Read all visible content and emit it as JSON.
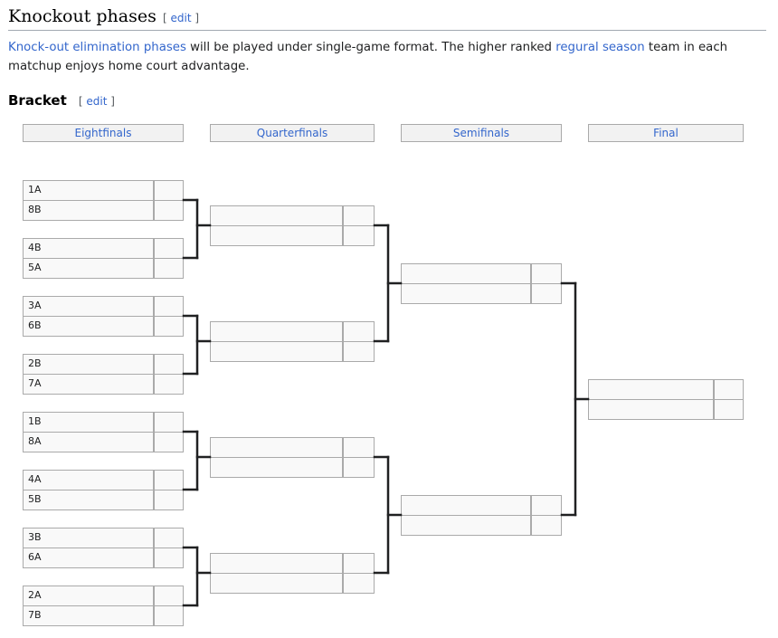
{
  "section": {
    "title": "Knockout phases",
    "edit_label": "edit"
  },
  "intro": {
    "link1": "Knock-out elimination phases",
    "text1": " will be played under single-game format. The higher ranked ",
    "link2": "regural season",
    "text2": " team in each matchup enjoys home court advantage."
  },
  "subsection": {
    "title": "Bracket",
    "edit_label": "edit"
  },
  "bracket": {
    "rounds": [
      "Eightfinals",
      "Quarterfinals",
      "Semifinals",
      "Final"
    ],
    "eightfinals": [
      [
        "1A",
        "8B"
      ],
      [
        "4B",
        "5A"
      ],
      [
        "3A",
        "6B"
      ],
      [
        "2B",
        "7A"
      ],
      [
        "1B",
        "8A"
      ],
      [
        "4A",
        "5B"
      ],
      [
        "3B",
        "6A"
      ],
      [
        "2A",
        "7B"
      ]
    ],
    "quarterfinals": [
      [
        "",
        ""
      ],
      [
        "",
        ""
      ],
      [
        "",
        ""
      ],
      [
        "",
        ""
      ]
    ],
    "semifinals": [
      [
        "",
        ""
      ],
      [
        "",
        ""
      ]
    ],
    "final": [
      [
        "",
        ""
      ]
    ],
    "line_color": "#202122"
  }
}
